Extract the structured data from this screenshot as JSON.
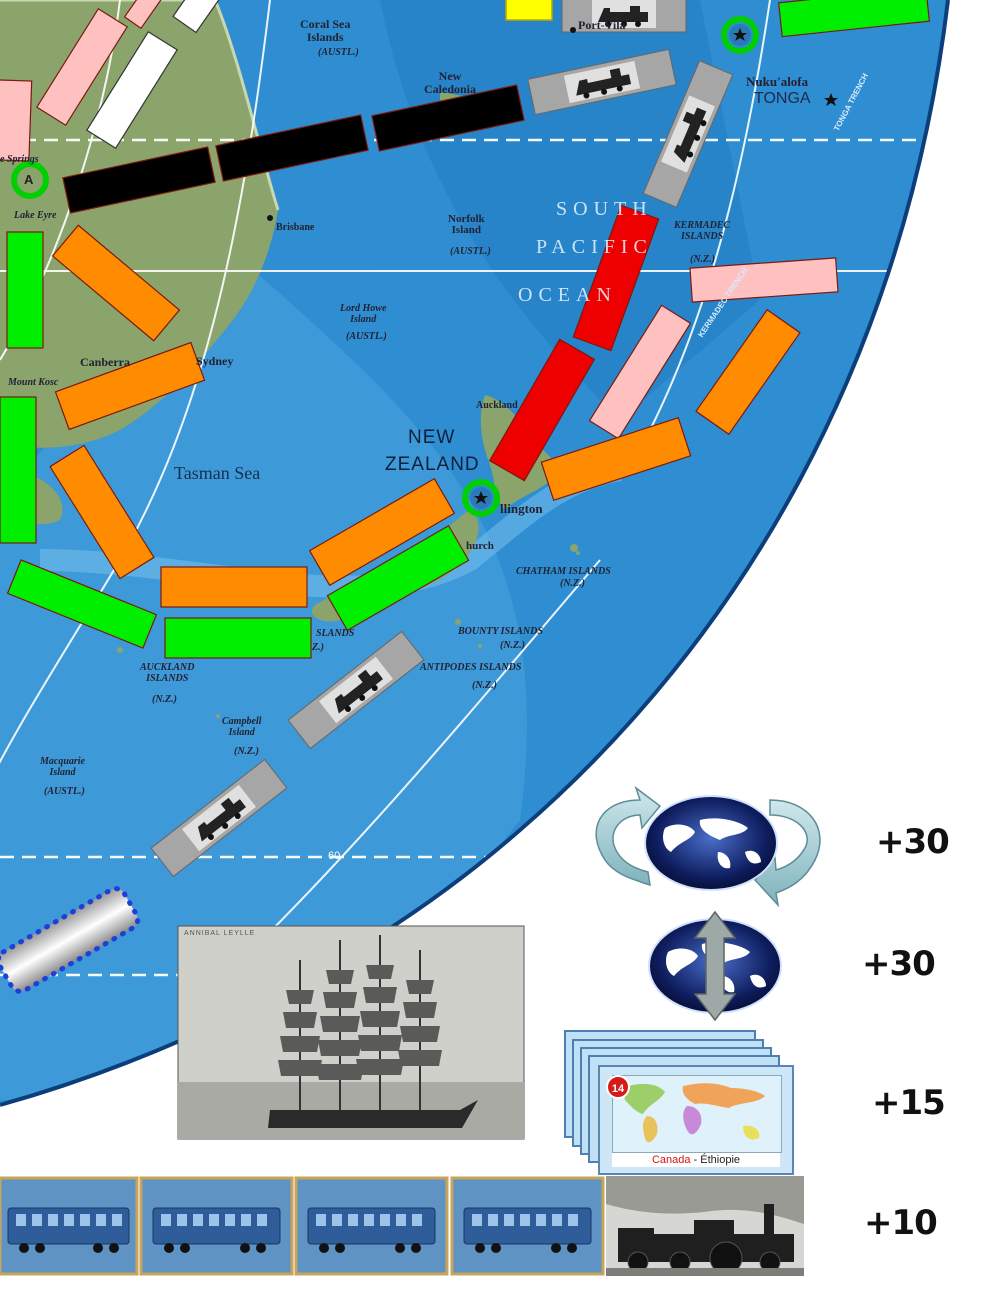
{
  "map": {
    "labels": {
      "coral_sea": "Coral Sea\nIslands",
      "coral_sea_sub": "(AUSTL.)",
      "new_caledonia": "New\nCaledonia",
      "port_vila": "Port-Vila",
      "nukualofa": "Nuku'alofa",
      "tonga": "TONGA",
      "tonga_trench": "TONGA TRENCH",
      "alice_springs": "e Springs",
      "lake_eyre": "Lake Eyre",
      "brisbane": "Brisbane",
      "norfolk": "Norfolk\nIsland",
      "norfolk_sub": "(AUSTL.)",
      "south": "SOUTH",
      "pacific": "PACIFIC",
      "ocean": "OCEAN",
      "kermadec": "KERMADEC\nISLANDS",
      "kermadec_sub": "(N.Z.)",
      "kermadec_trench": "KERMADEC TRENCH",
      "lord_howe": "Lord Howe\nIsland",
      "lord_howe_sub": "(AUSTL.)",
      "canberra": "Canberra",
      "sydney": "Sydney",
      "mount_kosciuszko": "Mount Kosc",
      "auckland": "Auckland",
      "new_zealand_1": "NEW",
      "new_zealand_2": "ZEALAND",
      "tasman_sea": "Tasman Sea",
      "wellington": "llington",
      "christchurch": "hurch",
      "chatham": "CHATHAM ISLANDS",
      "chatham_sub": "(N.Z.)",
      "bounty": "BOUNTY ISLANDS",
      "bounty_sub": "(N.Z.)",
      "antipodes": "ANTIPODES ISLANDS",
      "antipodes_sub": "(N.Z.)",
      "auckland_islands": "AUCKLAND\nISLANDS",
      "auckland_islands_sub": "(N.Z.)",
      "islands_cut": "SLANDS",
      "islands_cut_sub": "Z.)",
      "campbell": "Campbell\nIsland",
      "campbell_sub": "(N.Z.)",
      "macquarie": "Macquarie\nIsland",
      "macquarie_sub": "(AUSTL.)",
      "lat_60": "60"
    },
    "station_letter": "A",
    "colors": {
      "ocean": "#2e8fd0",
      "land": "#8aa36b",
      "green": "#00e600",
      "orange": "#ff8a00",
      "pink": "#ffc0c0",
      "red": "#ee0000",
      "black": "#000000",
      "white": "#ffffff",
      "gray": "#a0a0a0",
      "yellow": "#ffff00"
    }
  },
  "bonuses": [
    {
      "icon": "globe-round-trip-icon",
      "value": "+30"
    },
    {
      "icon": "globe-double-arrow-icon",
      "value": "+30"
    },
    {
      "icon": "ticket-cards-icon",
      "value": "+15"
    },
    {
      "icon": "train-cars-icon",
      "value": "+10"
    }
  ],
  "photo": {
    "caption": "ANNIBAL LEYLLE"
  },
  "ticket": {
    "number": "14",
    "from": "Canada",
    "separator": " - ",
    "to": "Éthiopie"
  }
}
